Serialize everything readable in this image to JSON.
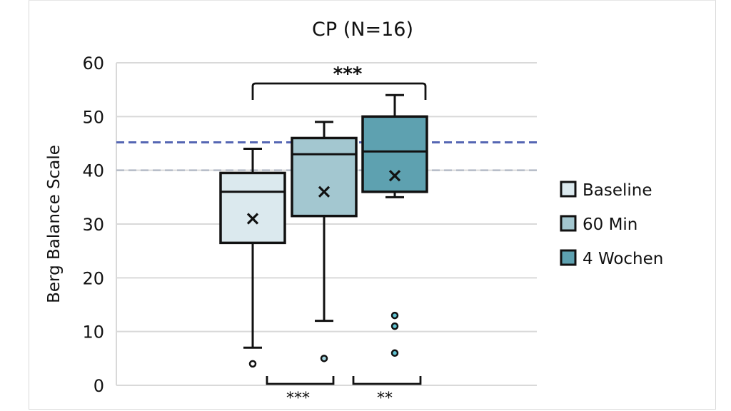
{
  "chart_data": {
    "type": "box",
    "title": "CP (N=16)",
    "xlabel": "",
    "ylabel": "Berg Balance Scale",
    "ylim": [
      0,
      60
    ],
    "yticks": [
      0,
      10,
      20,
      30,
      40,
      50,
      60
    ],
    "grid": true,
    "legend_position": "right",
    "reference_lines": [
      {
        "value": 45.2,
        "color": "#5566b3",
        "style": "dashed"
      },
      {
        "value": 40,
        "color": "#b4bac6",
        "style": "dashed"
      }
    ],
    "series": [
      {
        "name": "Baseline",
        "color": "#dbe9ee",
        "whisker_low": 7,
        "q1": 26.5,
        "median": 36,
        "q3": 39.5,
        "whisker_high": 44,
        "mean": 31,
        "outliers": [
          4
        ],
        "outlier_fill": "#ffffff"
      },
      {
        "name": "60 Min",
        "color": "#a3c7d0",
        "whisker_low": 12,
        "q1": 31.5,
        "median": 43,
        "q3": 46,
        "whisker_high": 49,
        "mean": 36,
        "outliers": [
          5
        ],
        "outlier_fill": "#a3d6e0"
      },
      {
        "name": "4 Wochen",
        "color": "#5ea1b0",
        "whisker_low": 35,
        "q1": 36,
        "median": 43.5,
        "q3": 50,
        "whisker_high": 54,
        "mean": 39,
        "outliers": [
          13,
          11,
          6
        ],
        "outlier_fill": "#5fc3d2"
      }
    ],
    "significance": [
      {
        "from": 0,
        "to": 2,
        "label": "***",
        "position": "top"
      },
      {
        "from": 0,
        "to": 1,
        "label": "***",
        "position": "bottom"
      },
      {
        "from": 1,
        "to": 2,
        "label": "**",
        "position": "bottom"
      }
    ]
  }
}
